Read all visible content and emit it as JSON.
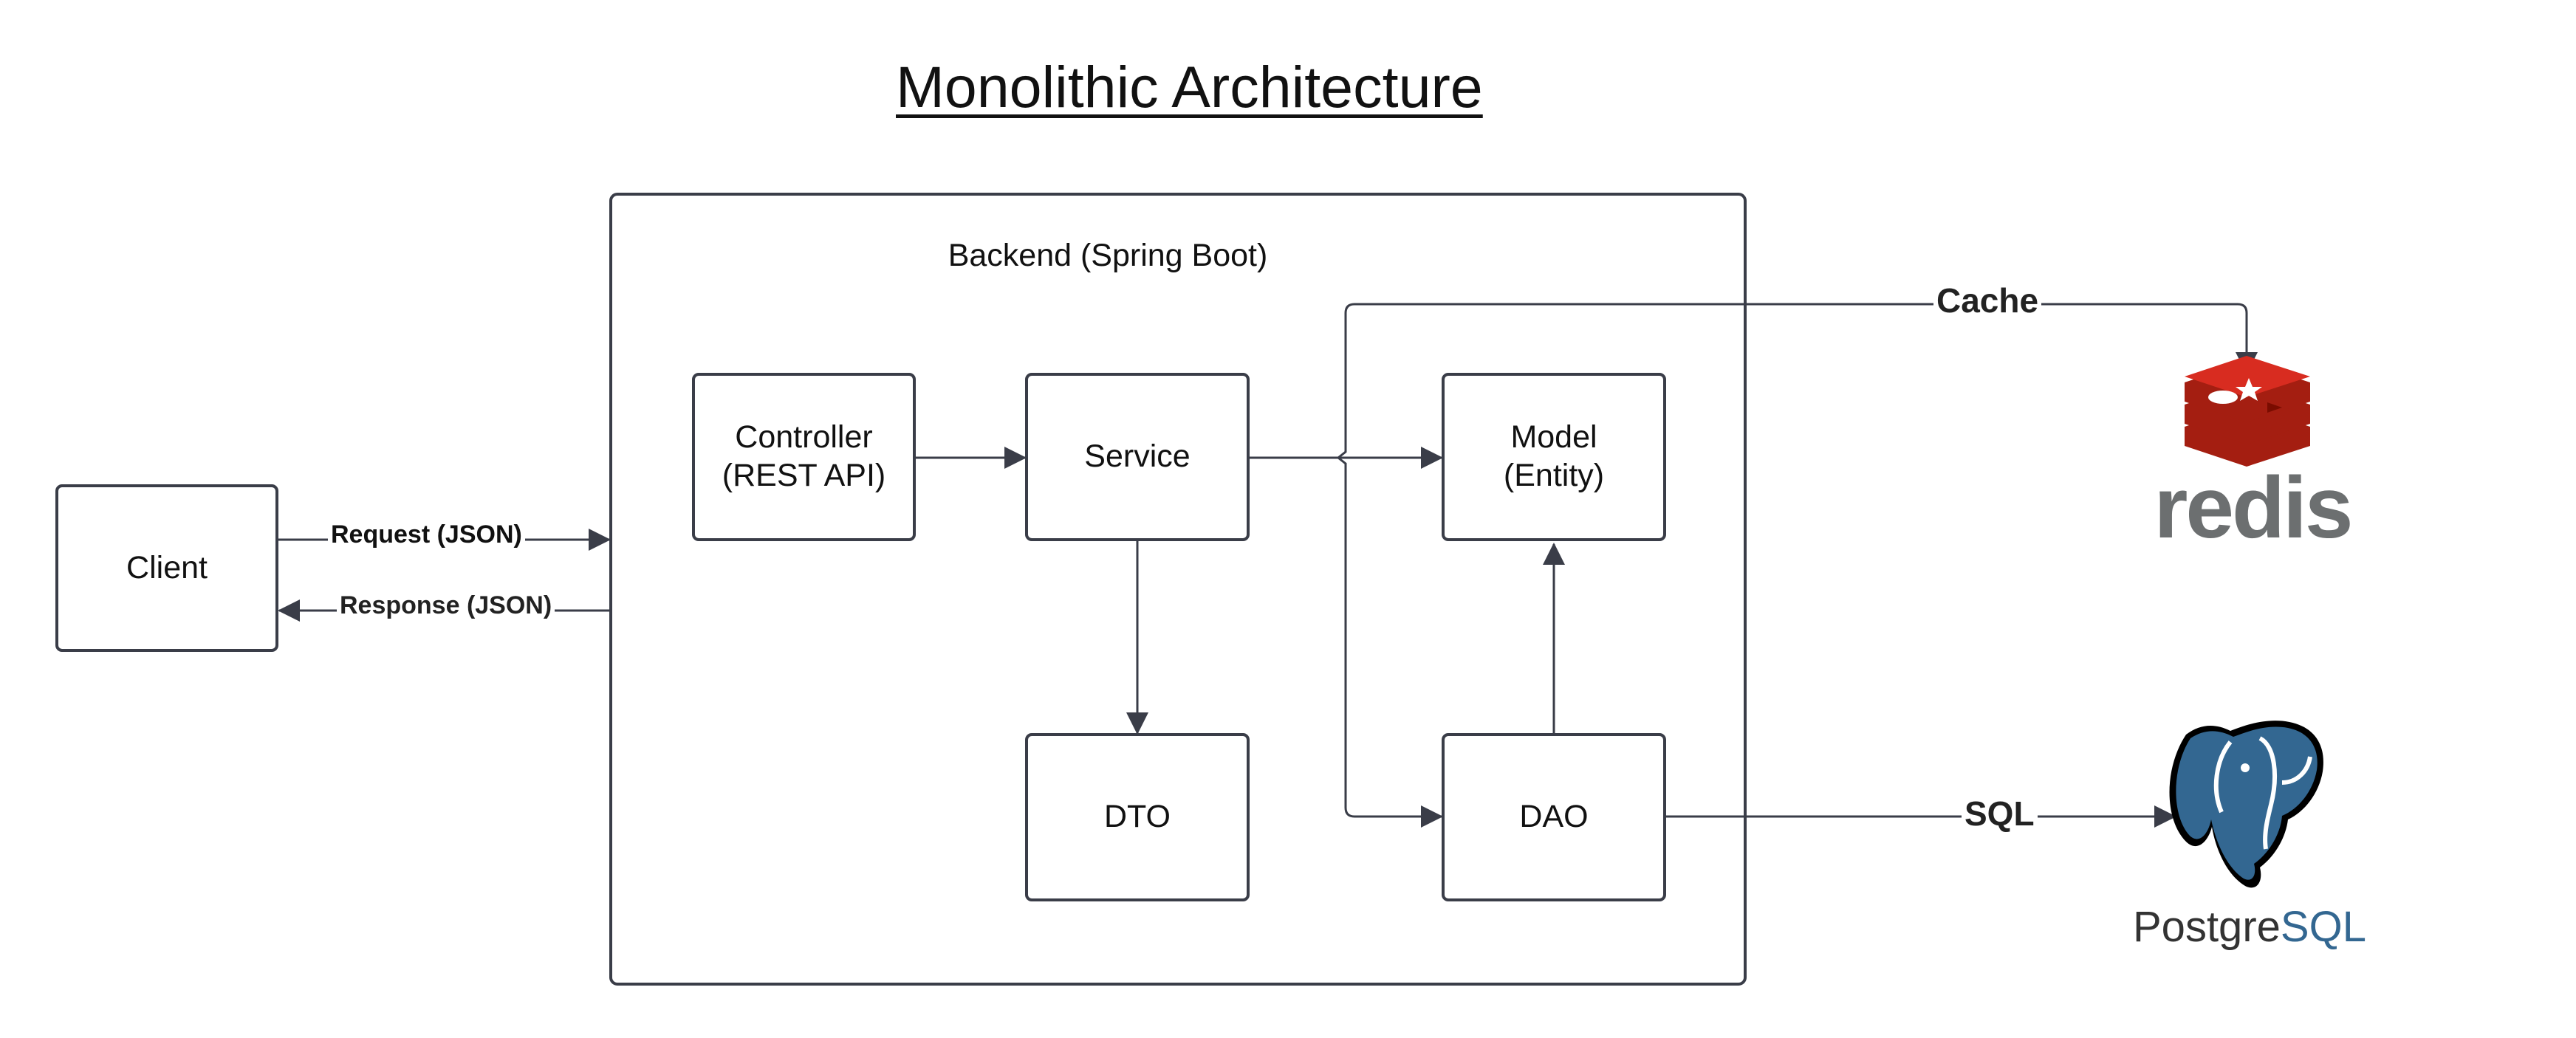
{
  "title": "Monolithic Architecture",
  "nodes": {
    "client": "Client",
    "backend": "Backend (Spring Boot)",
    "controller_line1": "Controller",
    "controller_line2": "(REST API)",
    "service": "Service",
    "model_line1": "Model",
    "model_line2": "(Entity)",
    "dto": "DTO",
    "dao": "DAO"
  },
  "edges": {
    "request": "Request (JSON)",
    "response": "Response (JSON)",
    "cache": "Cache",
    "sql": "SQL"
  },
  "logos": {
    "redis_text": "redis",
    "postgres_text_a": "Postgre",
    "postgres_text_b": "SQL"
  },
  "colors": {
    "line": "#3a3d48",
    "redis_red": "#d82c20",
    "postgres_blue": "#336791"
  },
  "icons": [
    "redis-logo-icon",
    "postgresql-elephant-icon"
  ]
}
